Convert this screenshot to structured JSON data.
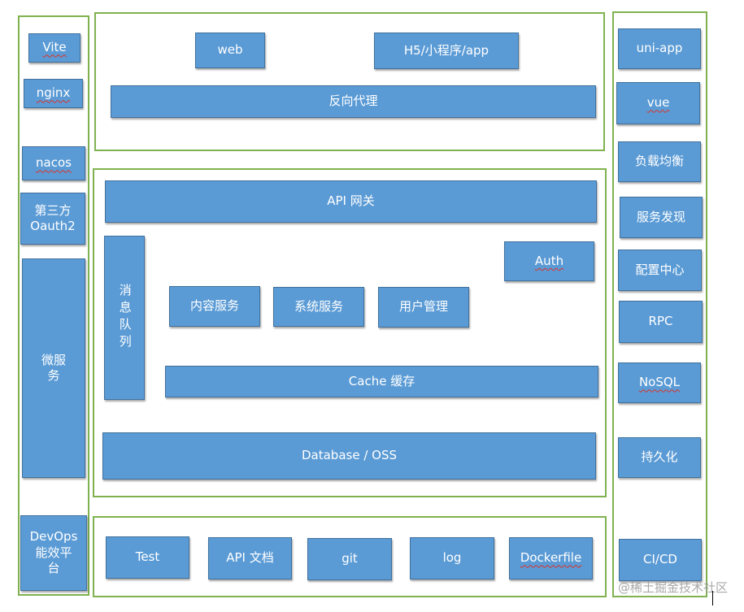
{
  "diagram": {
    "left_column": {
      "vite": "Vite",
      "nginx": "nginx",
      "nacos": "nacos",
      "oauth2": "第三方\nOauth2",
      "microservice": "微服\n务",
      "devops": "DevOps\n能效平\n台"
    },
    "top_panel": {
      "web": "web",
      "h5_miniprogram_app": "H5/小程序/app",
      "reverse_proxy": "反向代理"
    },
    "middle_panel": {
      "api_gateway": "API  网关",
      "message_queue": "消息队列",
      "auth": "Auth",
      "content_service": "内容服务",
      "system_service": "系统服务",
      "user_management": "用户管理",
      "cache": "Cache  缓存",
      "database_oss": "Database / OSS"
    },
    "bottom_panel": {
      "test": "Test",
      "api_docs": "API  文档",
      "git": "git",
      "log": "log",
      "dockerfile": "Dockerfile"
    },
    "right_column": {
      "uniapp": "uni-app",
      "vue": "vue",
      "load_balancing": "负载均衡",
      "service_discovery": "服务发现",
      "config_center": "配置中心",
      "rpc": "RPC",
      "nosql": "NoSQL",
      "persistence": "持久化",
      "cicd": "CI/CD"
    }
  },
  "watermark": "@稀土掘金技术社区",
  "colors": {
    "box_fill": "#5b9bd5",
    "box_border": "#41719c",
    "frame_border": "#7fb24f",
    "text": "#ffffff"
  }
}
